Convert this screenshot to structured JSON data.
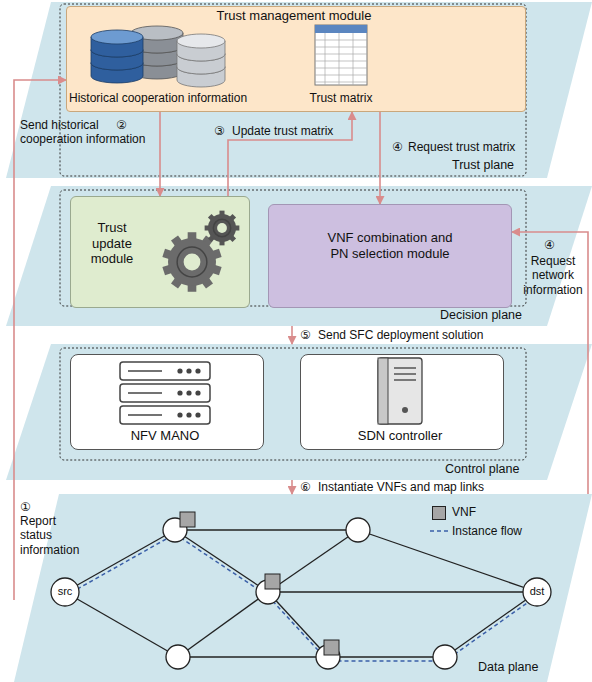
{
  "diagram": {
    "nodes": [
      {
        "text": [
          "Trust plane"
        ]
      },
      {
        "text": [
          "Trust management module"
        ],
        "in": 0
      },
      {
        "text": [
          "Historical cooperation information"
        ],
        "in": 1
      },
      {
        "text": [
          "Trust matrix"
        ],
        "in": 1
      },
      {
        "text": [
          "Decision plane"
        ]
      },
      {
        "text": [
          "Trust update module"
        ],
        "in": 4
      },
      {
        "text": [
          "VNF combination and PN selection module"
        ],
        "in": 4
      },
      {
        "text": [
          "Control plane"
        ]
      },
      {
        "text": [
          "NFV MANO"
        ],
        "in": 7
      },
      {
        "text": [
          "SDN controller"
        ],
        "in": 7
      },
      {
        "text": [
          "Data plane"
        ]
      },
      {
        "text": [
          "src"
        ],
        "in": 10
      },
      {
        "text": [
          "dst"
        ],
        "in": 10
      }
    ],
    "edges": [
      {
        "from": 10,
        "to": 1,
        "arrow": "to",
        "label": "Report status information"
      },
      {
        "from": 1,
        "to": 5,
        "arrow": "to",
        "label": "Send historical cooperation information"
      },
      {
        "from": 5,
        "to": 1,
        "arrow": "to",
        "label": "Update trust matrix"
      },
      {
        "from": 1,
        "to": 6,
        "arrow": "to",
        "label": "Request trust matrix"
      },
      {
        "from": 10,
        "to": 6,
        "arrow": "to",
        "label": "Request network information"
      },
      {
        "from": 4,
        "to": 7,
        "arrow": "to",
        "label": "Send SFC deployment solution"
      },
      {
        "from": 7,
        "to": 10,
        "arrow": "to",
        "label": "Instantiate VNFs and map links"
      }
    ],
    "labels": [
      "①",
      "②",
      "③",
      "④",
      "④",
      "⑤",
      "⑥"
    ],
    "legend": [
      {
        "text": "VNF",
        "color": "#a6a6a6"
      },
      {
        "text": "Instance flow"
      }
    ]
  }
}
